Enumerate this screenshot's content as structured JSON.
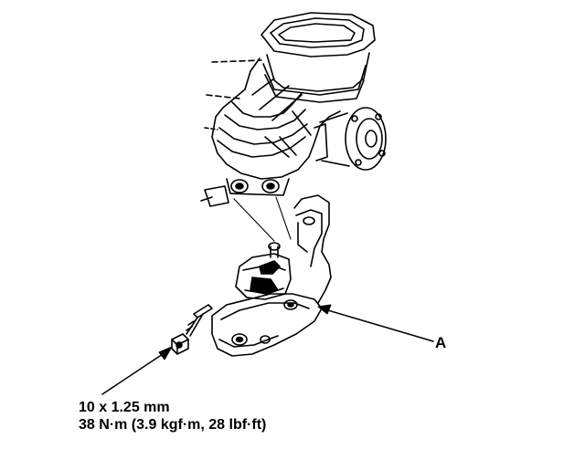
{
  "callout": {
    "part_letter": "A"
  },
  "bolt_spec": {
    "size": "10 x 1.25 mm",
    "torque": "38 N·m (3.9 kgf·m, 28 lbf·ft)"
  }
}
